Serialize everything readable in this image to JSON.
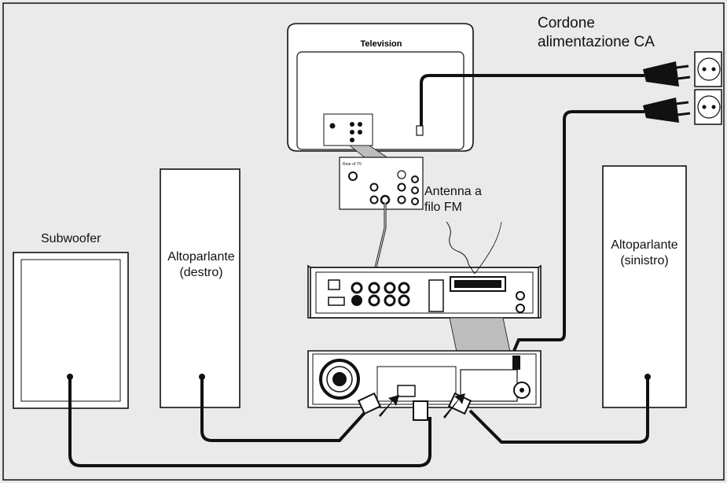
{
  "labels": {
    "tv_title": "Television",
    "rear_of_tv": "Rear of TV",
    "power_cord_line1": "Cordone",
    "power_cord_line2": "alimentazione CA",
    "antenna_line1": "Antenna a",
    "antenna_line2": "filo FM",
    "subwoofer": "Subwoofer",
    "speaker_right_line1": "Altoparlante",
    "speaker_right_line2": "(destro)",
    "speaker_left_line1": "Altoparlante",
    "speaker_left_line2": "(sinistro)"
  },
  "colors": {
    "background": "#eaeaea",
    "panel": "#ffffff",
    "ink": "#111111",
    "scart_cable": "#bdbdbd",
    "device_face": "#d9d9d9"
  },
  "icons": [
    "tv-icon",
    "wall-socket-icon",
    "power-plug-icon",
    "arrow-icon",
    "speaker-connector-icon",
    "fan-grille-icon"
  ]
}
